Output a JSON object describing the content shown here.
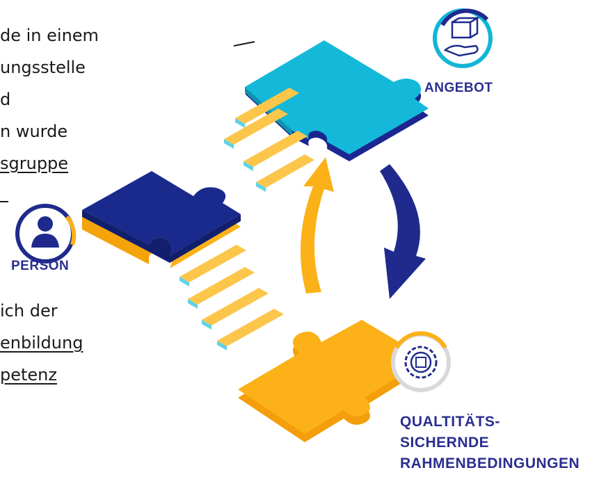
{
  "text_top": [
    {
      "text": "de in einem",
      "link": false
    },
    {
      "text": "ungsstelle",
      "link": false
    },
    {
      "text": "d",
      "link": false
    },
    {
      "text": "n wurde",
      "link": false
    },
    {
      "text": "sgruppe",
      "link": true
    }
  ],
  "text_bottom": [
    {
      "text": "ich der",
      "link": false
    },
    {
      "text": "enbildung",
      "link": true
    },
    {
      "text": "petenz",
      "link": true
    }
  ],
  "labels": {
    "angebot": "ANGEBOT",
    "person": "PERSON",
    "quality_1": "QUALTITÄTS-",
    "quality_2": "SICHERNDE",
    "quality_3": "RAHMENBEDINGUNGEN"
  },
  "colors": {
    "navy": "#1f2a8c",
    "cyan": "#12b6d6",
    "yellow": "#fbb117",
    "light_yellow": "#fdcf56",
    "teal_edge": "#5fd3e6"
  },
  "icons": {
    "angebot": "package-in-hand-icon",
    "person": "user-icon",
    "quality": "gear-puzzle-icon"
  }
}
